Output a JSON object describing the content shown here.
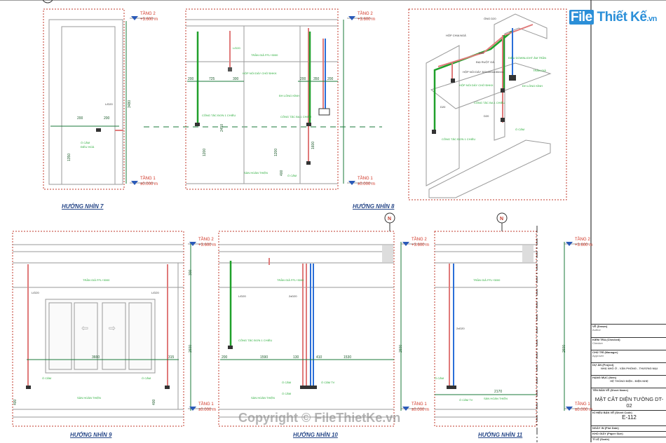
{
  "logo": {
    "file": "File",
    "brand": "Thiết Kế",
    "tld": ".vn"
  },
  "watermark": "Copyright © FileThietKe.vn",
  "levels": {
    "top_name": "TẦNG 2",
    "top_elev": "+3.600 m",
    "bottom_name": "TẦNG 1",
    "bottom_elev": "±0.000 m"
  },
  "north": "N",
  "colors": {
    "frame": "#c0392b",
    "power": "#e07a7a",
    "lighting": "#1fa02a",
    "data": "#2a6ed8",
    "annotation": "#22aa33",
    "level": "#d03020"
  },
  "views": [
    {
      "title": "HƯỚNG NHÌN 7",
      "dims": [
        "200",
        "200",
        "3480",
        "1350"
      ],
      "notes": [
        "Ổ CẮM",
        "ĐIỀU HOÀ",
        "L/D20"
      ]
    },
    {
      "title": "HƯỚNG NHÌN 8",
      "dims": [
        "200",
        "725",
        "300",
        "200",
        "350",
        "200",
        "2450",
        "1200",
        "1200",
        "400",
        "1600"
      ],
      "notes": [
        "TRẦN GIẢ FFL+3000",
        "HỘP NỐI DÂY CHỜ ĐHKK",
        "CÔNG TẮC ĐƠN 1 CHIỀU",
        "CÔNG TẮC BA 1 CHIỀU",
        "ĐH LỒNG KÍNH",
        "Ổ CẮM",
        "SÀN HOÀN THIỆN",
        "L/D20"
      ]
    },
    {
      "title": "HƯỚNG NHÌN 9",
      "dims": [
        "3660",
        "315",
        "400",
        "400",
        "2600",
        "300"
      ],
      "notes": [
        "TRẦN GIẢ FFL+3000",
        "Ổ CẮM",
        "Ổ CẮM",
        "SÀN HOÀN THIỆN",
        "L/D20",
        "L/D20"
      ]
    },
    {
      "title": "HƯỚNG NHÌN 10",
      "dims": [
        "200",
        "1590",
        "130",
        "410",
        "1530",
        "2600"
      ],
      "notes": [
        "TRẦN GIẢ FFL+3000",
        "CÔNG TẮC ĐƠN 1 CHIỀU",
        "Ổ CẮM",
        "Ổ CẮM",
        "Ổ CẮM TV",
        "SÀN HOÀN THIỆN",
        "L/D20",
        "2xD20"
      ]
    },
    {
      "title": "HƯỚNG NHÌN 11",
      "dims": [
        "2170",
        "2600"
      ],
      "notes": [
        "TRẦN GIẢ FFL+3000",
        "Ổ CẮM",
        "Ổ CẮM TV",
        "SÀN HOÀN THIỆN",
        "2xD20"
      ]
    }
  ],
  "iso_view": {
    "notes": [
      "HỘP CHIA NGẢ",
      "HỘP NỐI DÂY 300x300x150mm",
      "HỘP NỐI DÂY CHỜ ĐHKK",
      "ỐNG D20",
      "ĐẠI RUỘT GÀ",
      "ĐIỀU DOWNLIGHT ÂM TRẦN",
      "TRẦN GIẢ",
      "ĐH LỒNG KÍNH",
      "CÔNG TẮC BA 1 CHIỀU",
      "CÔNG TẮC ĐƠN 1 CHIỀU",
      "Ổ CẮM",
      "D20",
      "D20",
      "D20"
    ]
  },
  "title_block": [
    {
      "key": "VẼ (Drawn)",
      "value": "Author"
    },
    {
      "key": "KIỂM TRA (Checked)",
      "value": "Checker"
    },
    {
      "key": "CHỦ TRÌ (Manager)",
      "value": "Approver"
    },
    {
      "key": "DỰ ÁN (Project)",
      "value": "NHÀ NHỎ Ở - VĂN PHÒNG - THƯƠNG MẠI"
    },
    {
      "key": "HẠNG MỤC (Item)",
      "value": "HỆ THỐNG ĐIỆN - ĐIỆN NHẸ"
    },
    {
      "key": "TÊN BẢN VẼ (Sheet Name)",
      "value": "MẶT CẮT DIỆN TƯỜNG DT-02"
    },
    {
      "key": "KÍ HIỆU BẢN VẼ (Sheet Code)",
      "value": "E-112"
    },
    {
      "key": "NGÀY IN (Plot Date)",
      "value": ""
    },
    {
      "key": "KHỔ GIẤY (Paper Size)",
      "value": ""
    },
    {
      "key": "TỈ LỆ (Scale)",
      "value": ""
    }
  ]
}
